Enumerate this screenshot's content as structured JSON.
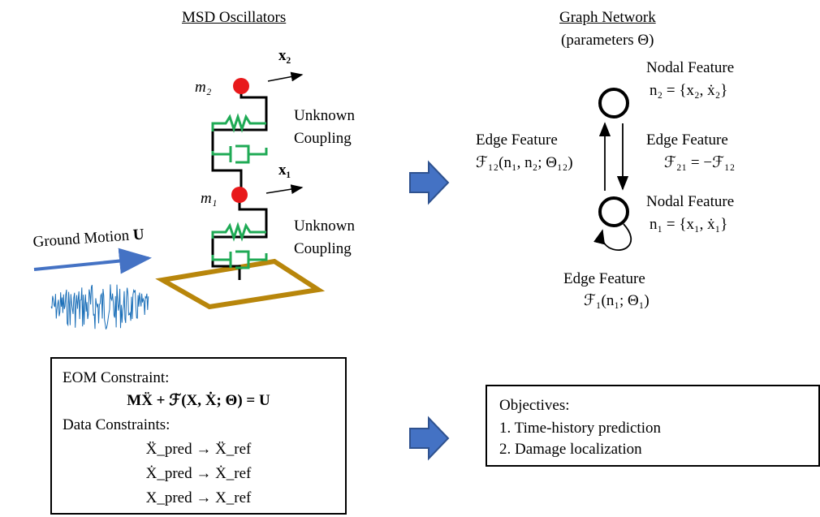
{
  "msd": {
    "title": "MSD Oscillators",
    "x2": "x₂",
    "m2": "m₂",
    "x1": "x₁",
    "m1": "m₁",
    "coupling_upper": "Unknown\nCoupling",
    "coupling_upper_l1": "Unknown",
    "coupling_upper_l2": "Coupling",
    "coupling_lower_l1": "Unknown",
    "coupling_lower_l2": "Coupling",
    "ground_motion": "Ground Motion",
    "ground_symbol": "U"
  },
  "graph": {
    "title": "Graph Network",
    "subtitle": "(parameters Θ)",
    "node2_label": "Nodal Feature",
    "node2_eq": "n₂ = {x₂, ẋ₂}",
    "edge12_label": "Edge Feature",
    "edge12_eq": "ℱ₁₂(n₁, n₂; Θ₁₂)",
    "edge21_label": "Edge Feature",
    "edge21_eq": "ℱ₂₁ = −ℱ₁₂",
    "node1_label": "Nodal Feature",
    "node1_eq": "n₁ = {x₁, ẋ₁}",
    "edge1_label": "Edge Feature",
    "edge1_eq": "ℱ₁(n₁; Θ₁)"
  },
  "constraints": {
    "eom_label": "EOM Constraint:",
    "eom_eq": "MẌ + ℱ(X, Ẋ; Θ) = U",
    "data_label": "Data Constraints:",
    "data_eq1": "Ẍ_pred → Ẍ_ref",
    "data_eq2": "Ẋ_pred → Ẋ_ref",
    "data_eq3": "X_pred → X_ref"
  },
  "objectives": {
    "title": "Objectives:",
    "items": [
      "1.   Time-history prediction",
      "2.   Damage localization"
    ]
  },
  "colors": {
    "mass": "#e8191b",
    "spring": "#1faa55",
    "ground_frame": "#b8860b",
    "signal": "#1b6fb8",
    "arrow_fill": "#4472c4",
    "arrow_stroke": "#2f528f",
    "ground_arrow": "#4472c4"
  }
}
